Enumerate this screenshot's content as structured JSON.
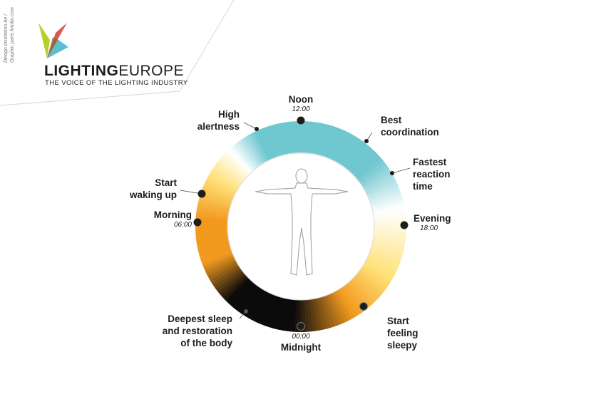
{
  "credit": {
    "line1": "Design insotremo.be /",
    "line2": "Graphic parts fotolia.com"
  },
  "brand": {
    "name_bold": "LIGHTING",
    "name_light": "EUROPE",
    "tagline": "THE VOICE OF THE LIGHTING INDUSTRY"
  },
  "icons": {
    "logo": "lightingeurope-logo-icon",
    "figure": "human-figure-icon"
  },
  "colors": {
    "day": "#6fc7d0",
    "dawn_dusk": "#ffe27a",
    "orange": "#f29a1f",
    "night": "#0b0b0b",
    "marker": "#1d1d1b"
  },
  "labels": {
    "noon": {
      "title": "Noon",
      "time": "12:00"
    },
    "best_coordination": "Best coordination",
    "fastest_reaction": "Fastest reaction time",
    "evening": {
      "title": "Evening",
      "time": "18:00"
    },
    "start_sleepy": "Start feeling sleepy",
    "midnight": {
      "title": "Midnight",
      "time": "00:00"
    },
    "deepest_sleep": "Deepest sleep and restoration of the body",
    "morning": {
      "title": "Morning",
      "time": "06:00"
    },
    "start_waking": "Start waking up",
    "high_alertness": "High alertness"
  }
}
